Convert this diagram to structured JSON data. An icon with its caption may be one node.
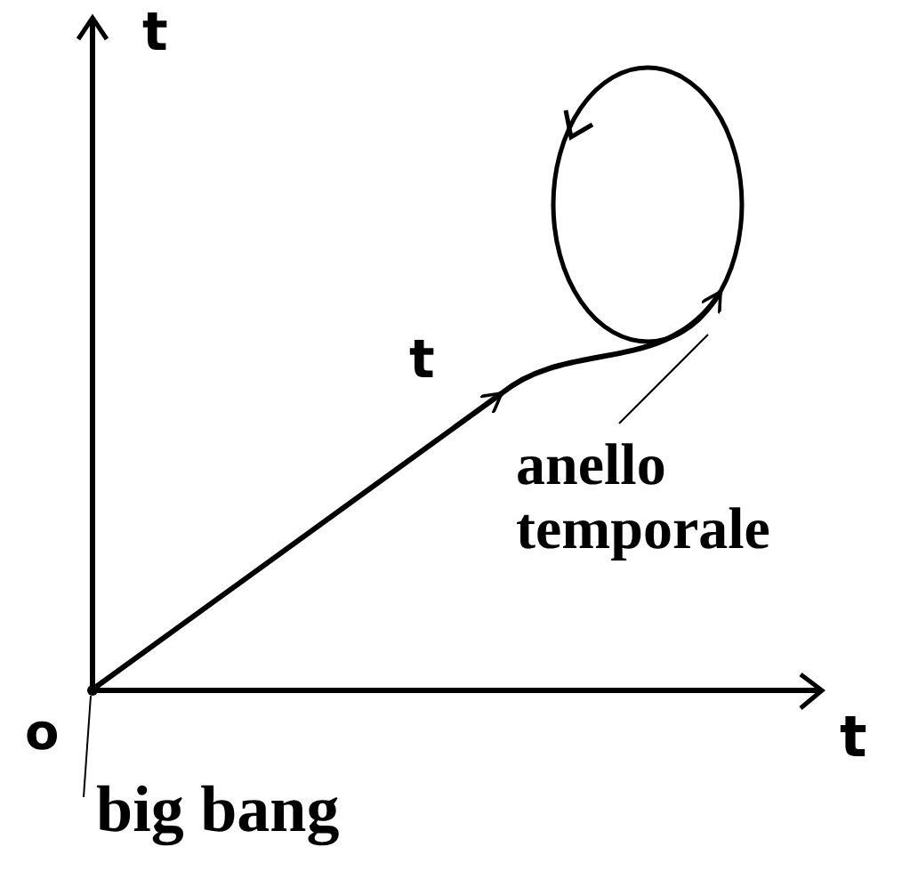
{
  "diagram": {
    "nodes": [
      {
        "text": [
          "anello temporale"
        ]
      },
      {
        "text": [
          "big bang"
        ]
      },
      {
        "text": [],
        "shape": "circle"
      },
      {
        "text": [],
        "shape": "dot",
        "beside": [
          "o"
        ]
      }
    ],
    "edges": [
      {
        "from": 0,
        "to": 2,
        "arrow": "none"
      },
      {
        "from": 1,
        "to": 3,
        "arrow": "none"
      },
      {
        "from": 3,
        "to": 2,
        "arrow": "to",
        "style": "thick"
      }
    ],
    "labels": [
      "t",
      "t",
      "t"
    ]
  }
}
